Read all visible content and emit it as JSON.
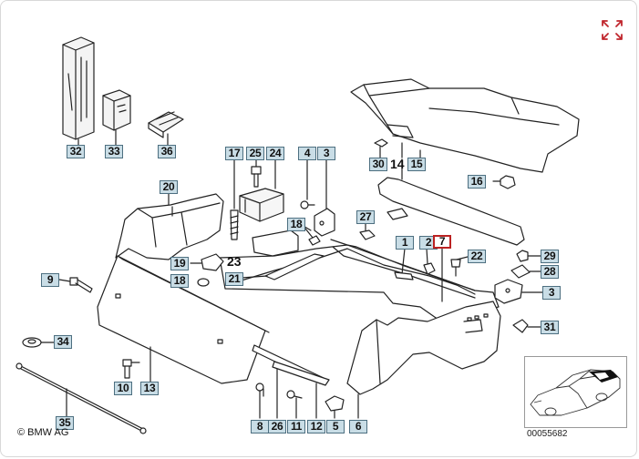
{
  "copyright": "© BMW AG",
  "diagram_id": "00055682",
  "expand_icon": "expand-arrows-icon",
  "accent_color": "#c0262d",
  "labels": {
    "n32": "32",
    "n33": "33",
    "n36": "36",
    "n17": "17",
    "n25": "25",
    "n24": "24",
    "n4": "4",
    "n3a": "3",
    "n30": "30",
    "n14": "14",
    "n15": "15",
    "n16": "16",
    "n20": "20",
    "n27": "27",
    "n18a": "18",
    "n1": "1",
    "n2": "2",
    "n7": "7",
    "n22": "22",
    "n29": "29",
    "n28": "28",
    "n19": "19",
    "n23": "23",
    "n21": "21",
    "n18b": "18",
    "n9": "9",
    "n3b": "3",
    "n31": "31",
    "n34": "34",
    "n10": "10",
    "n13": "13",
    "n35": "35",
    "n8": "8",
    "n26": "26",
    "n11": "11",
    "n12": "12",
    "n5": "5",
    "n6": "6"
  }
}
